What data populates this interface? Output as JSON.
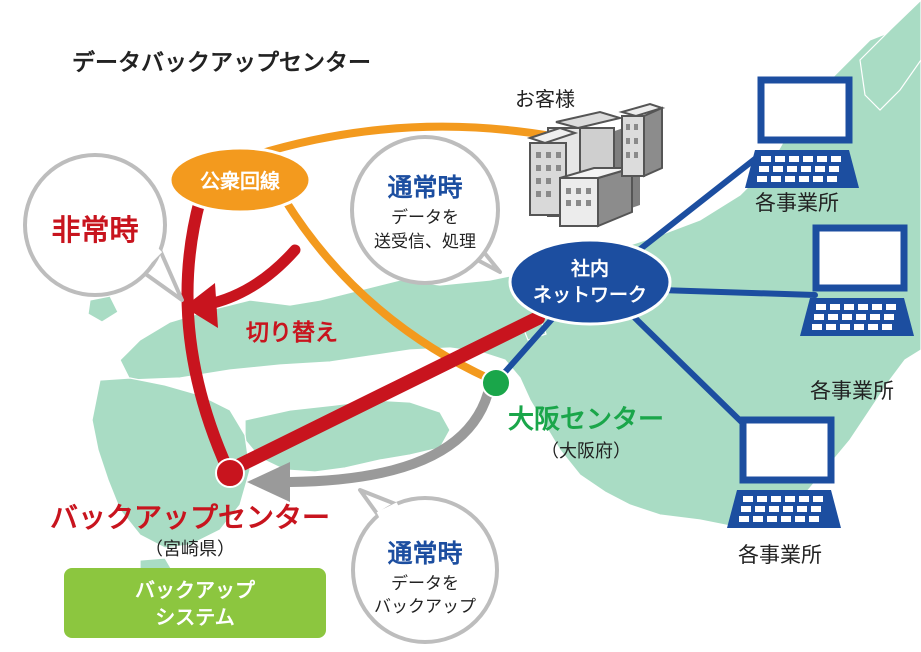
{
  "title": "データバックアップセンター",
  "customer": {
    "label": "お客様"
  },
  "public_line": {
    "label": "公衆回線"
  },
  "internal_network": {
    "line1": "社内",
    "line2": "ネットワーク"
  },
  "emergency": {
    "label": "非常時"
  },
  "switch": {
    "label": "切り替え"
  },
  "normal_top": {
    "heading": "通常時",
    "line1": "データを",
    "line2": "送受信、処理"
  },
  "normal_bottom": {
    "heading": "通常時",
    "line1": "データを",
    "line2": "バックアップ"
  },
  "osaka_center": {
    "label": "大阪センター",
    "sub": "（大阪府）"
  },
  "backup_center": {
    "label": "バックアップセンター",
    "sub": "（宮崎県）"
  },
  "backup_system": {
    "line1": "バックアップ",
    "line2": "システム"
  },
  "offices": [
    {
      "label": "各事業所"
    },
    {
      "label": "各事業所"
    },
    {
      "label": "各事業所"
    }
  ],
  "colors": {
    "map": "#a9dcc4",
    "public_line": "#f39a1e",
    "emergency": "#c8141e",
    "network": "#1c4ea0",
    "osaka": "#1aa64a",
    "normal_text": "#1c4ea0",
    "backup_arrow": "#9a9a9a",
    "backup_box": "#8cc63f"
  }
}
